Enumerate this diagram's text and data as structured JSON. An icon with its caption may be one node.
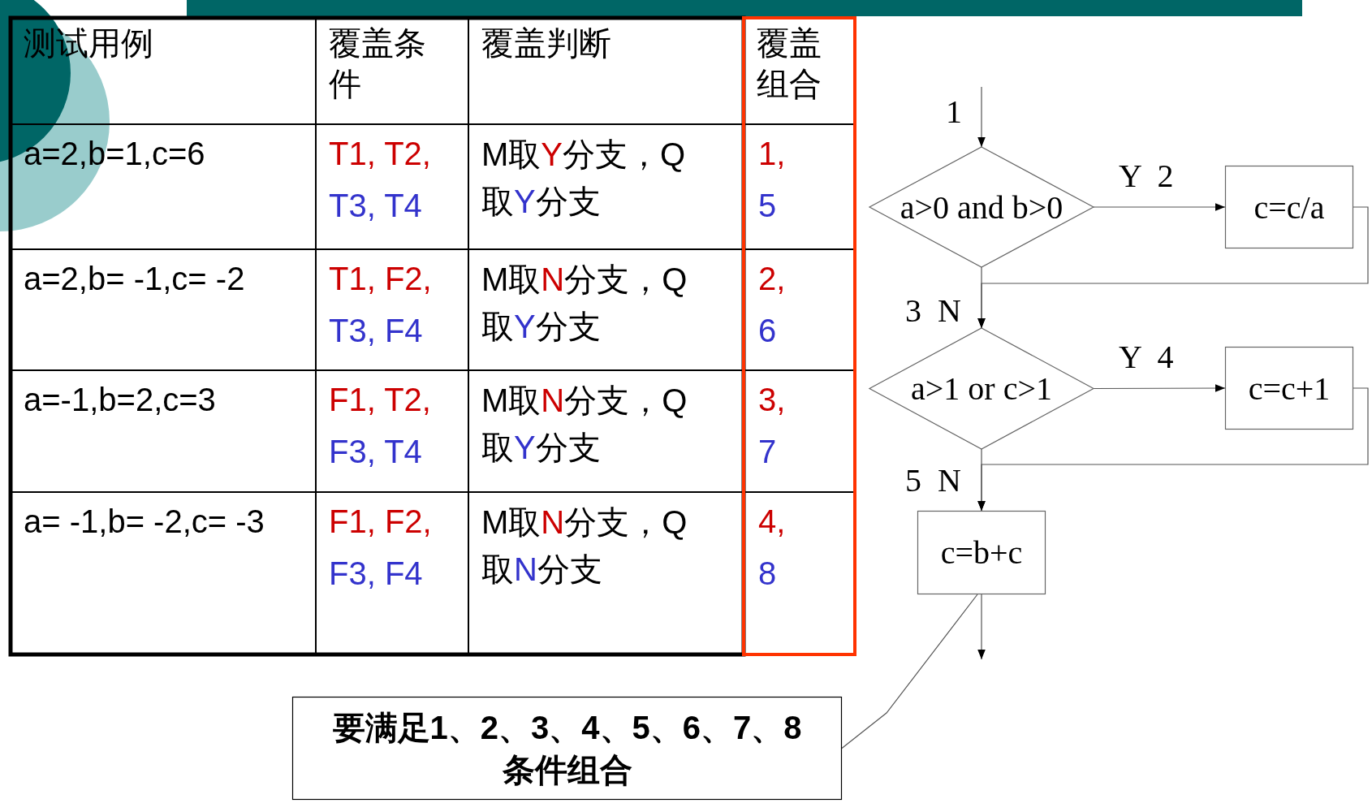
{
  "diagram": {
    "nodes": [
      {
        "text": [
          "a>0 and b>0"
        ]
      },
      {
        "text": [
          "c=c/a"
        ]
      },
      {
        "text": [
          "a>1 or c>1"
        ]
      },
      {
        "text": [
          "c=c+1"
        ]
      },
      {
        "text": [
          "c=b+c"
        ]
      },
      {
        "text": [
          "要满足1、2、3、4、5、6、7、8条件组合"
        ]
      }
    ],
    "edges": [
      {
        "from": null,
        "to": 0,
        "arrow": "to",
        "label": "1"
      },
      {
        "from": 0,
        "to": 1,
        "arrow": "to",
        "label": "Y  2"
      },
      {
        "from": 0,
        "to": 2,
        "arrow": "to",
        "label": "3  N"
      },
      {
        "from": 1,
        "to": 2,
        "arrow": "to"
      },
      {
        "from": 2,
        "to": 3,
        "arrow": "to",
        "label": "Y  4"
      },
      {
        "from": 2,
        "to": 4,
        "arrow": "to",
        "label": "5  N"
      },
      {
        "from": 3,
        "to": 4,
        "arrow": "to"
      },
      {
        "from": 4,
        "to": null,
        "arrow": "to"
      },
      {
        "from": 5,
        "to": 4,
        "arrow": "none"
      }
    ],
    "labels": [
      "测试用例",
      "覆盖条件",
      "覆盖判断",
      "覆盖组合",
      "a=2,b=1,c=6",
      "T1, T2,",
      "T3, T4",
      "M取Y分支，Q取Y分支",
      "1,",
      "5",
      "a=2,b= -1,c= -2",
      "T1, F2,",
      "T3, F4",
      "M取N分支，Q取Y分支",
      "2,",
      "6",
      "a=-1,b=2,c=3",
      "F1, T2,",
      "F3, T4",
      "M取N分支，Q取Y分支",
      "3,",
      "7",
      "a= -1,b= -2,c= -3",
      "F1, F2,",
      "F3, F4",
      "M取N分支，Q取N分支",
      "4,",
      "8"
    ]
  }
}
